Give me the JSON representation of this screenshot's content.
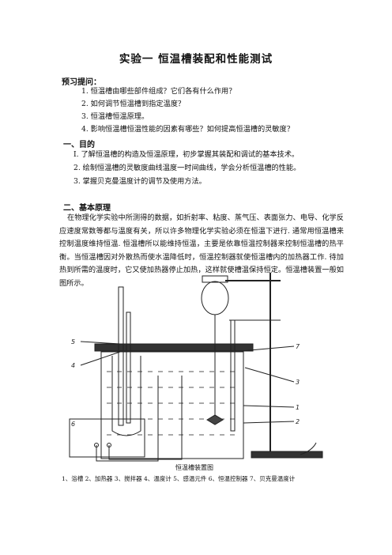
{
  "title": "实验一    恒温槽装配和性能测试",
  "preview": {
    "heading": "预习提问：",
    "items": [
      "1.   恒温槽由哪些部件组成？它们各有什么作用？",
      "2.  如何调节恒温槽到指定温度？",
      "3.  恒温槽恒温原理。",
      "4.  影响恒温槽恒温性能的因素有哪些？如何提高恒温槽的灵敏度？"
    ]
  },
  "purpose": {
    "heading": "一、目的",
    "items": [
      "I.  了解恒温槽的构造及恒温原理，初步掌握其装配和调试的基本技术。",
      "2.  绘制恒温槽的灵敏度曲线温度一时间曲线，学会分析恒温槽的性能。",
      "3.  掌握贝克曼温度计的调节及使用方法。"
    ]
  },
  "principle": {
    "heading": "二、基本原理",
    "paragraph": "在物理化学实验中所测得的数据，如折射率、粘度、蒸气压、表面张力、电导、化学反应速度常数等都与温度有关，所以许多物理化学实验必须在恒温下进行. 通常用恒温槽来控制温度维持恒温. 恒温槽所以能维持恒温，主要是依靠恒温控制器来控制恒温槽的热平衡。当恒温槽因对外散热而使水温降低时，恒温控制器就使恒温槽内的加热器工作. 待加热到所需的温度时，它又使加热器停止加热，这样就使槽温保持恒定。恒温槽装置一般如图所示。"
  },
  "figure": {
    "labels": [
      "5",
      "4",
      "7",
      "3",
      "1",
      "2",
      "6"
    ],
    "caption": "恒温槽装置图",
    "legend": "1、浴槽   2、加热器   3、搅拌器   4、温度计   5、感温元件  6、恒温控制器  7、贝克曼温度计"
  }
}
